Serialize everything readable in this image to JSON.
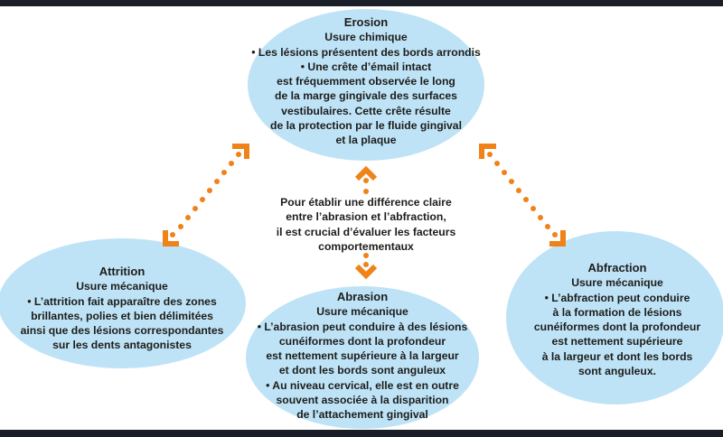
{
  "colors": {
    "ellipse": "#bee3f6",
    "arrow": "#ef8219",
    "frame": "#1a1f27"
  },
  "erosion": {
    "title": "Erosion",
    "subtitle": "Usure chimique",
    "lines": [
      "• Les lésions présentent des bords arrondis",
      "• Une crête d’émail intact",
      "est fréquemment observée le long",
      "de la marge gingivale des surfaces",
      "vestibulaires. Cette crête résulte",
      "de la protection par le fluide gingival",
      "et la plaque"
    ]
  },
  "attrition": {
    "title": "Attrition",
    "subtitle": "Usure mécanique",
    "lines": [
      "• L’attrition fait apparaître des zones",
      "brillantes, polies et bien délimitées",
      "ainsi que des lésions correspondantes",
      "sur les dents antagonistes"
    ]
  },
  "abrasion": {
    "title": "Abrasion",
    "subtitle": "Usure mécanique",
    "lines": [
      "• L’abrasion peut conduire à des lésions",
      "cunéiformes dont la profondeur",
      "est nettement supérieure à la largeur",
      "et dont les bords sont anguleux",
      "• Au niveau cervical, elle est en outre",
      "souvent associée à la disparition",
      "de l’attachement gingival"
    ]
  },
  "abfraction": {
    "title": "Abfraction",
    "subtitle": "Usure mécanique",
    "lines": [
      "• L’abfraction peut conduire",
      "à la formation de lésions",
      "cunéiformes dont la profondeur",
      "est nettement supérieure",
      "à la largeur et dont les bords",
      "sont anguleux."
    ]
  },
  "center_note": {
    "lines": [
      "Pour établir une différence claire",
      "entre l’abrasion et l’abfraction,",
      "il est crucial d’évaluer les facteurs",
      "comportementaux"
    ]
  }
}
